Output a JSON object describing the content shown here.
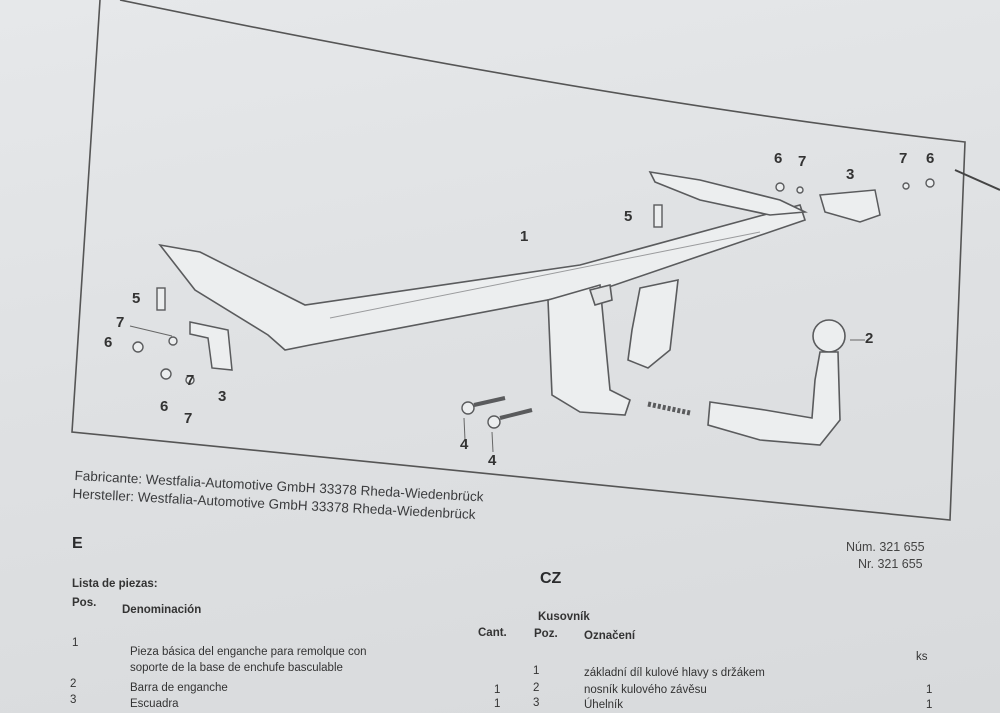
{
  "diagram": {
    "callouts": [
      "1",
      "2",
      "3",
      "3",
      "4",
      "4",
      "5",
      "5",
      "6",
      "6",
      "6",
      "6",
      "7",
      "7",
      "7",
      "7",
      "7"
    ]
  },
  "manufacturer": {
    "line_es": "Fabricante: Westfalia-Automotive GmbH 33378 Rheda-Wiedenbrück",
    "line_de": "Hersteller: Westfalia-Automotive GmbH 33378 Rheda-Wiedenbrück",
    "num_es": "Núm. 321 655",
    "num_de": "Nr. 321 655"
  },
  "section_e": {
    "code": "E",
    "list_title": "Lista de piezas:",
    "col_pos": "Pos.",
    "col_denom": "Denominación",
    "col_cant": "Cant.",
    "rows": [
      {
        "pos": "1",
        "text1": "Pieza básica del enganche para remolque con",
        "text2": "soporte de la base de enchufe basculable",
        "cant": ""
      },
      {
        "pos": "2",
        "text1": "Barra de enganche",
        "text2": "",
        "cant": "1"
      },
      {
        "pos": "3",
        "text1": "Escuadra",
        "text2": "",
        "cant": "1"
      }
    ]
  },
  "section_cz": {
    "code": "CZ",
    "list_title": "Kusovník",
    "col_pos": "Poz.",
    "col_denom": "Označení",
    "col_ks": "ks",
    "rows": [
      {
        "pos": "1",
        "text": "základní díl kulové hlavy s držákem",
        "ks": ""
      },
      {
        "pos": "2",
        "text": "nosník kulového závěsu",
        "ks": "1"
      },
      {
        "pos": "3",
        "text": "Úhelník",
        "ks": "1"
      }
    ]
  }
}
